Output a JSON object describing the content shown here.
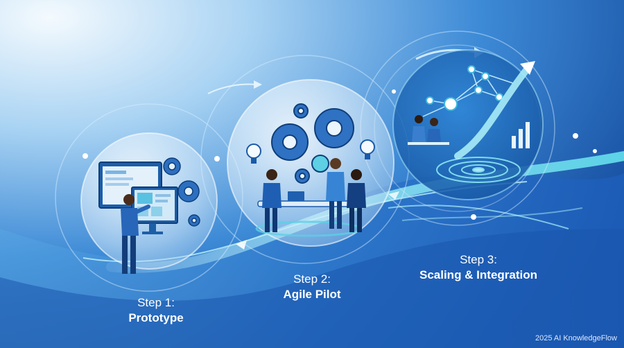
{
  "steps": [
    {
      "number_label": "Step 1:",
      "title": "Prototype"
    },
    {
      "number_label": "Step 2:",
      "title": "Agile Pilot"
    },
    {
      "number_label": "Step 3:",
      "title": "Scaling & Integration"
    }
  ],
  "footer": {
    "text": "2025 AI KnowledgeFlow"
  },
  "colors": {
    "background_top": "#e9f4fd",
    "background_mid": "#2f7fd0",
    "background_deep": "#0d3f93",
    "accent_teal": "#5fd6e6",
    "text": "#ffffff"
  },
  "icons": [
    "gear-icon",
    "lightbulb-icon",
    "monitor-icon",
    "laptop-icon",
    "network-icon",
    "bar-chart-icon",
    "arrow-icon",
    "target-rings-icon"
  ]
}
